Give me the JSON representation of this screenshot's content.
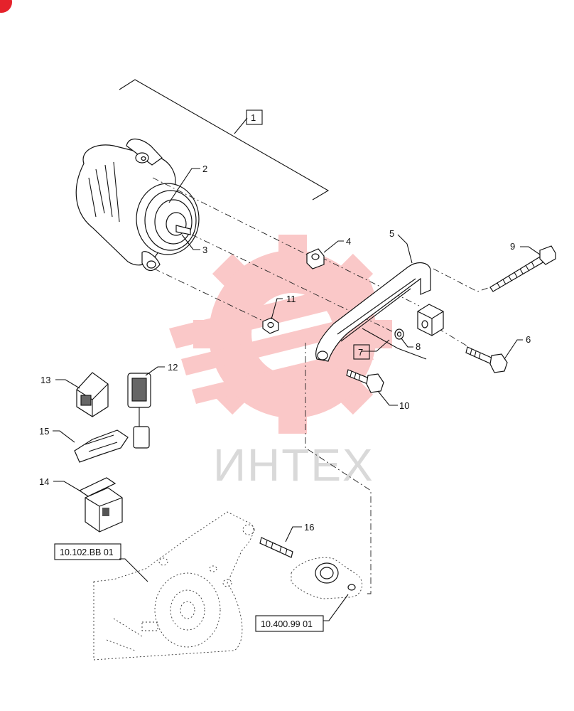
{
  "watermark": {
    "text": "ИНТЕХ",
    "color": "#f03c3c"
  },
  "callouts": [
    {
      "id": "c1",
      "label": "1",
      "boxed": true
    },
    {
      "id": "c2",
      "label": "2",
      "boxed": false
    },
    {
      "id": "c3",
      "label": "3",
      "boxed": false
    },
    {
      "id": "c4",
      "label": "4",
      "boxed": false
    },
    {
      "id": "c5",
      "label": "5",
      "boxed": false
    },
    {
      "id": "c6",
      "label": "6",
      "boxed": false
    },
    {
      "id": "c7",
      "label": "7",
      "boxed": true
    },
    {
      "id": "c8",
      "label": "8",
      "boxed": false
    },
    {
      "id": "c9",
      "label": "9",
      "boxed": false
    },
    {
      "id": "c10",
      "label": "10",
      "boxed": false
    },
    {
      "id": "c11",
      "label": "11",
      "boxed": false
    },
    {
      "id": "c12",
      "label": "12",
      "boxed": false
    },
    {
      "id": "c13",
      "label": "13",
      "boxed": false
    },
    {
      "id": "c14",
      "label": "14",
      "boxed": false
    },
    {
      "id": "c15",
      "label": "15",
      "boxed": false
    },
    {
      "id": "c16",
      "label": "16",
      "boxed": false
    }
  ],
  "references": [
    {
      "id": "r1",
      "label": "10.102.BB 01"
    },
    {
      "id": "r2",
      "label": "10.400.99 01"
    }
  ]
}
